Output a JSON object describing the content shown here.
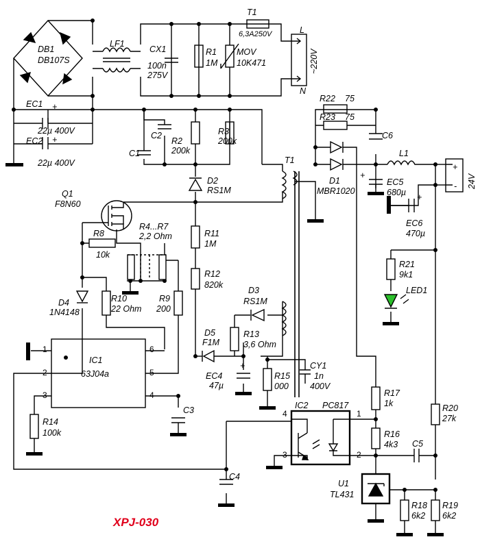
{
  "title": "XPJ-030",
  "colors": {
    "title": "#e0001b",
    "led": "#2bbf2b",
    "wire": "#000000",
    "background": "#ffffff"
  },
  "mains": {
    "phase": "L",
    "neutral": "N",
    "voltage": "~220V"
  },
  "output": {
    "voltage": "24V",
    "plus": "+",
    "minus": "-"
  },
  "components": {
    "T1_fuse": {
      "ref": "T1",
      "value": "6,3A250V"
    },
    "DB1": {
      "ref": "DB1",
      "value": "DB107S"
    },
    "LF1": {
      "ref": "LF1"
    },
    "CX1": {
      "ref": "CX1",
      "value1": "100n",
      "value2": "275V"
    },
    "R1": {
      "ref": "R1",
      "value": "1M"
    },
    "MOV": {
      "ref": "MOV",
      "value": "10K471"
    },
    "EC1": {
      "ref": "EC1",
      "value": "22µ 400V"
    },
    "EC2": {
      "ref": "EC2",
      "value": "22µ 400V"
    },
    "C1": {
      "ref": "C1"
    },
    "C2": {
      "ref": "C2"
    },
    "R2": {
      "ref": "R2",
      "value": "200k"
    },
    "R3": {
      "ref": "R3",
      "value": "200k"
    },
    "D2": {
      "ref": "D2",
      "value": "RS1M"
    },
    "T1": {
      "ref": "T1"
    },
    "Q1": {
      "ref": "Q1",
      "value": "F8N60"
    },
    "R8": {
      "ref": "R8",
      "value": "10k"
    },
    "R4R7": {
      "ref": "R4...R7",
      "value": "2,2 Ohm"
    },
    "R11": {
      "ref": "R11",
      "value": "1M"
    },
    "R12": {
      "ref": "R12",
      "value": "820k"
    },
    "D4": {
      "ref": "D4",
      "value": "1N4148"
    },
    "R10": {
      "ref": "R10",
      "value": "22 Ohm"
    },
    "R9": {
      "ref": "R9",
      "value": "200"
    },
    "IC1": {
      "ref": "IC1",
      "value": "63J04a"
    },
    "D5": {
      "ref": "D5",
      "value": "F1M"
    },
    "EC4": {
      "ref": "EC4",
      "value": "47µ"
    },
    "D3": {
      "ref": "D3",
      "value": "RS1M"
    },
    "R13": {
      "ref": "R13",
      "value": "3,6 Ohm"
    },
    "R15": {
      "ref": "R15",
      "value": "000"
    },
    "CY1": {
      "ref": "CY1",
      "value1": "1n",
      "value2": "400V"
    },
    "C3": {
      "ref": "C3"
    },
    "R14": {
      "ref": "R14",
      "value": "100k"
    },
    "C4": {
      "ref": "C4"
    },
    "R22": {
      "ref": "R22",
      "value": "75"
    },
    "R23": {
      "ref": "R23",
      "value": "75"
    },
    "C6": {
      "ref": "C6"
    },
    "L1": {
      "ref": "L1"
    },
    "D1": {
      "ref": "D1",
      "value": "MBR1020"
    },
    "EC5": {
      "ref": "EC5",
      "value": "680µ"
    },
    "EC6": {
      "ref": "EC6",
      "value": "470µ"
    },
    "R21": {
      "ref": "R21",
      "value": "9k1"
    },
    "LED1": {
      "ref": "LED1"
    },
    "R17": {
      "ref": "R17",
      "value": "1k"
    },
    "R16": {
      "ref": "R16",
      "value": "4k3"
    },
    "R20": {
      "ref": "R20",
      "value": "27k"
    },
    "IC2": {
      "ref": "IC2",
      "value": "PC817"
    },
    "C5": {
      "ref": "C5"
    },
    "U1": {
      "ref": "U1",
      "value": "TL431"
    },
    "R18": {
      "ref": "R18",
      "value": "6k2"
    },
    "R19": {
      "ref": "R19",
      "value": "6k2"
    }
  },
  "pins": {
    "ic1": [
      "1",
      "2",
      "3",
      "4",
      "5",
      "6"
    ],
    "ic2": [
      "4",
      "3",
      "1",
      "2"
    ]
  },
  "polarity": {
    "plus": "+"
  }
}
